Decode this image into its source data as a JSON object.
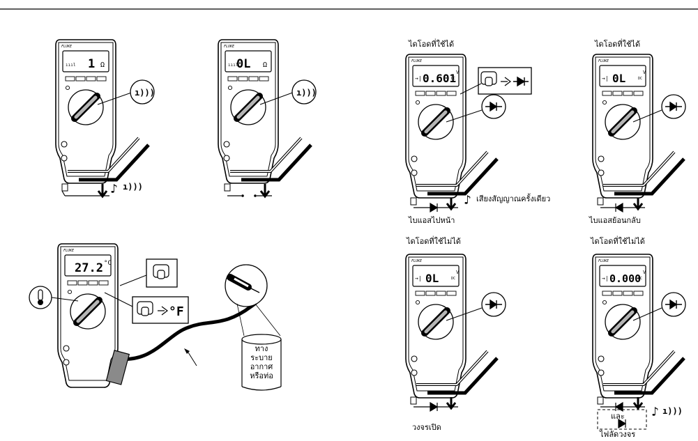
{
  "colors": {
    "ink": "#000000",
    "paper": "#ffffff",
    "gray": "#c8c8c8",
    "dark_gray": "#8a8a8a"
  },
  "brand": "FLUKE",
  "meters": {
    "continuity_closed": {
      "reading": "1",
      "unit": "Ω",
      "icon": "continuity-sound-icon"
    },
    "continuity_open": {
      "reading": "0L",
      "unit": "Ω",
      "icon": "continuity-sound-icon"
    },
    "temperature": {
      "reading": "27.2",
      "unit": "°C",
      "fahrenheit_label": "°F",
      "icon": "thermometer-icon"
    },
    "diode_good_forward": {
      "title": "ไดโอดที่ใช้ได้",
      "reading": "0.601",
      "unit": "V",
      "unit_sub": "DC",
      "caption": "ไบแอสไปหน้า",
      "beep_text": "เสียงสัญญาณครั้งเดียว",
      "icon": "diode-icon"
    },
    "diode_good_reverse": {
      "title": "ไดโอดที่ใช้ได้",
      "reading": "0L",
      "unit": "V",
      "unit_sub": "DC",
      "caption": "ไบแอสย้อนกลับ",
      "icon": "diode-icon"
    },
    "diode_bad_open": {
      "title": "ไดโอดที่ใช้ไม่ได้",
      "reading": "0L",
      "unit": "V",
      "unit_sub": "DC",
      "caption": "วงจรเปิด",
      "icon": "diode-icon"
    },
    "diode_bad_short": {
      "title": "ไดโอดที่ใช้ไม่ได้",
      "reading": "0.000",
      "unit": "V",
      "unit_sub": "DC",
      "and_text": "และ",
      "caption": "ไฟลัดวงจร",
      "icon": "diode-icon"
    }
  },
  "duct_text": [
    "ทาง",
    "ระบาย",
    "อากาศ",
    "หรือท่อ"
  ]
}
